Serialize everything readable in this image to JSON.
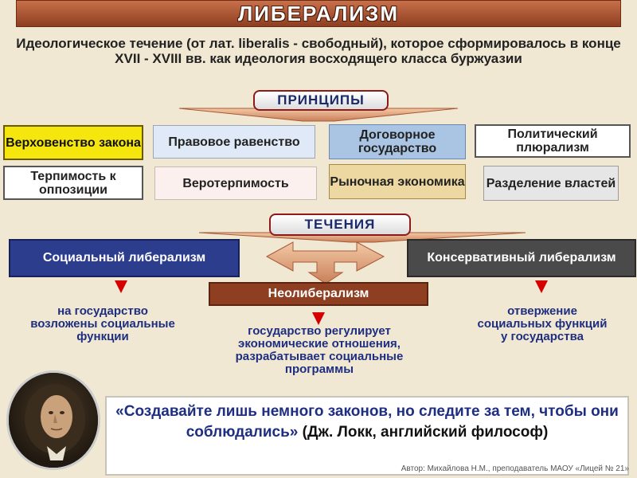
{
  "title": "ЛИБЕРАЛИЗМ",
  "definition": "Идеологическое течение (от лат. liberalis - свободный), которое сформировалось в конце XVII - XVIII вв. как идеология восходящего класса буржуазии",
  "principles_header": "ПРИНЦИПЫ",
  "principles": [
    "Верховенство закона",
    "Правовое равенство",
    "Договорное государство",
    "Политический плюрализм",
    "Терпимость к оппозиции",
    "Веротерпимость",
    "Рыночная экономика",
    "Разделение властей"
  ],
  "currents_header": "ТЕЧЕНИЯ",
  "currents": {
    "social": {
      "name": "Социальный либерализм",
      "description": "на государство возложены социальные функции"
    },
    "neo": {
      "name": "Неолиберализм",
      "description": "государство регулирует экономические отношения, разрабатывает социальные программы"
    },
    "conservative": {
      "name": "Консервативный либерализм",
      "description": "отвержение социальных функций у государства"
    }
  },
  "quote": {
    "text": "«Создавайте лишь немного законов, но следите за тем, чтобы они соблюдались»",
    "attribution": "(Дж. Локк, английский философ)"
  },
  "author_note": "Автор: Михайлова Н.М., преподаватель МАОУ «Лицей № 21»",
  "colors": {
    "accent": "#8e3e21",
    "dark_blue": "#2b3d8c",
    "desc_text": "#1e2e80",
    "arrow_red": "#d40000"
  }
}
